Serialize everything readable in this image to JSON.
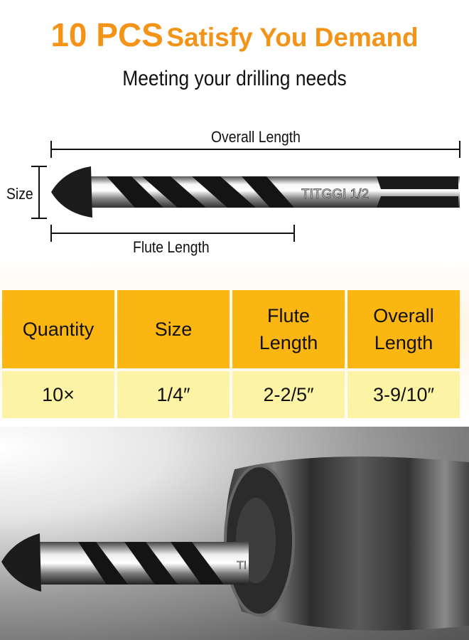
{
  "header": {
    "title_count": "10 PCS",
    "title_rest": "Satisfy You Demand",
    "subtitle": "Meeting your  drilling needs"
  },
  "diagram": {
    "overall_length_label": "Overall Length",
    "size_label": "Size",
    "flute_length_label": "Flute Length",
    "bit_marking": "TITGGI 1/2"
  },
  "table": {
    "headers": [
      "Quantity",
      "Size",
      "Flute Length",
      "Overall Length"
    ],
    "values": [
      "10×",
      "1/4″",
      "2-2/5″",
      "3-9/10″"
    ]
  },
  "photo": {
    "bit_marking": "TI"
  },
  "colors": {
    "title": "#f39317",
    "header_cell": "#fbb612",
    "value_cell": "#fcf3a4"
  }
}
